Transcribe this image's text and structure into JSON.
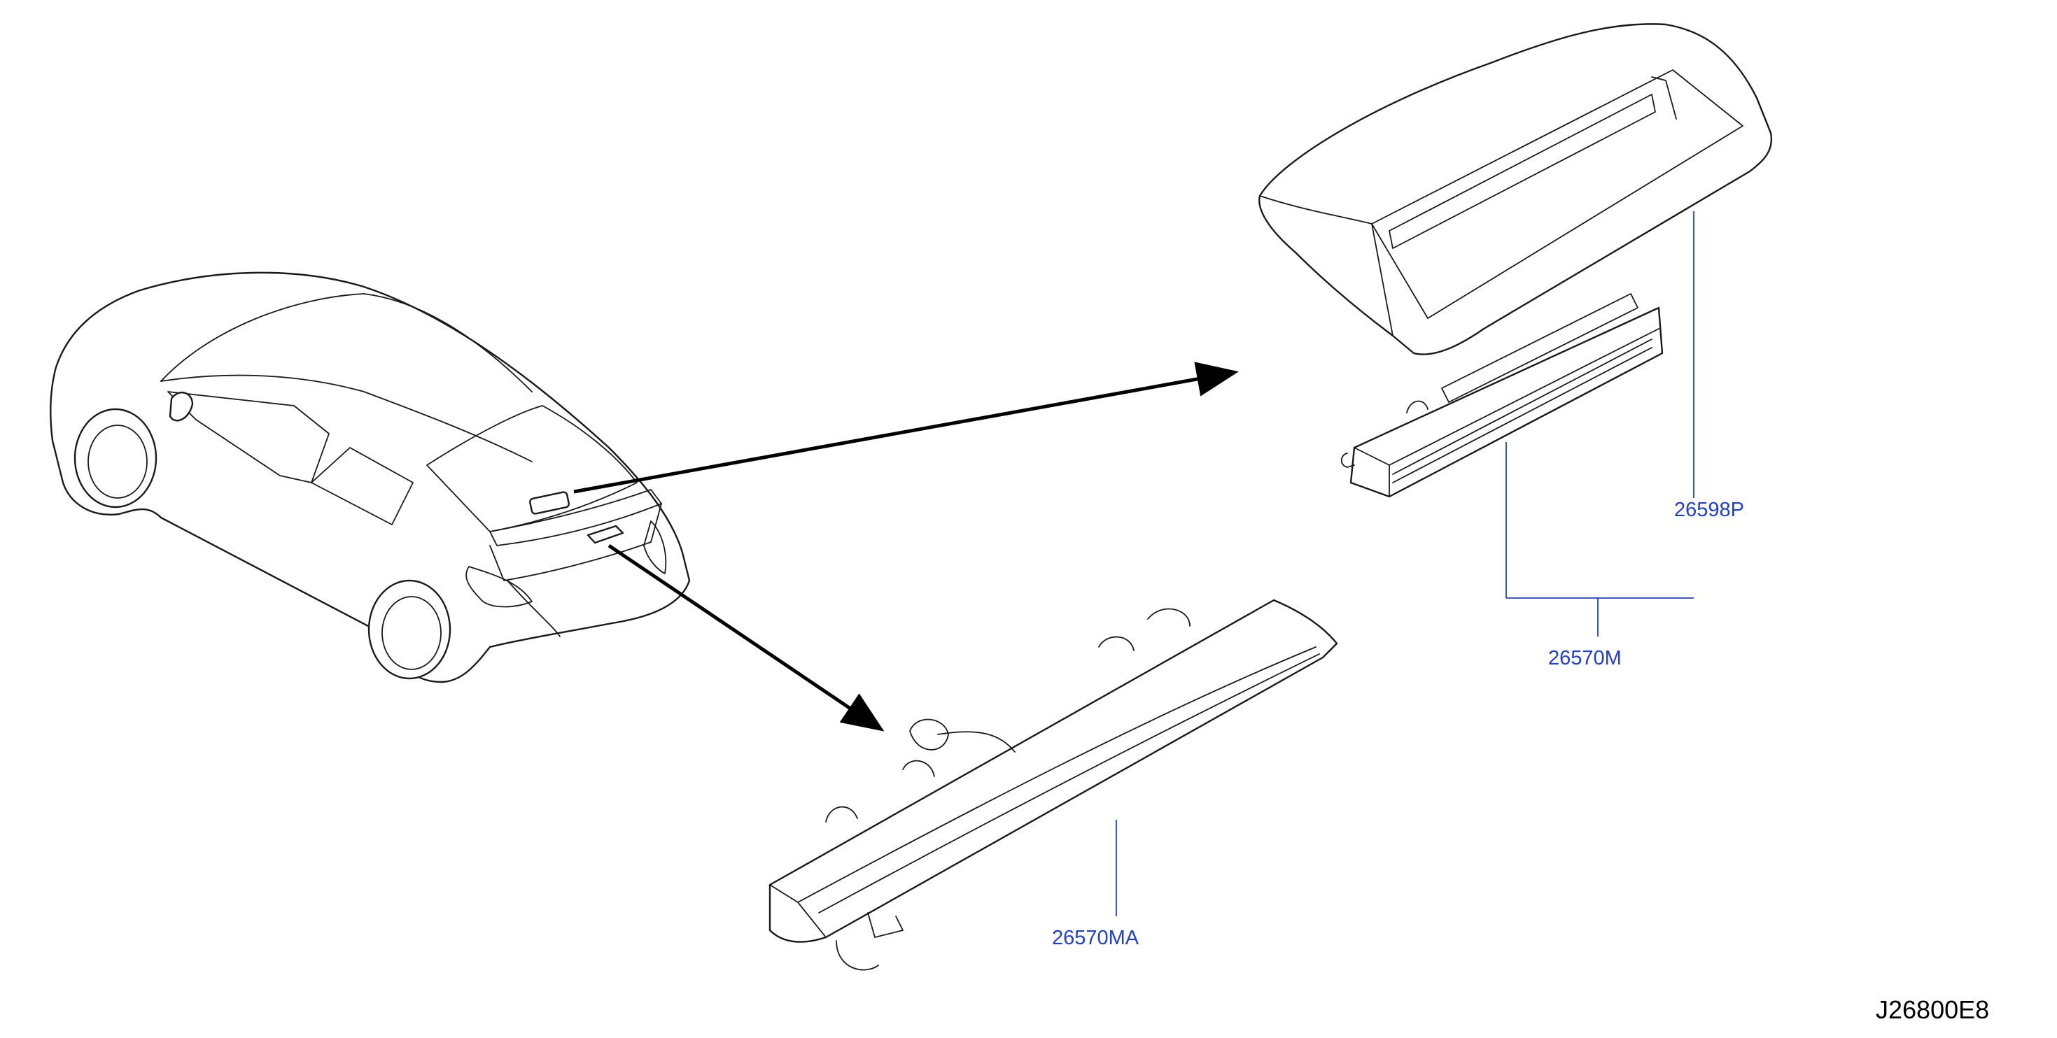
{
  "diagram": {
    "callouts": [
      {
        "id": "bracket",
        "text": "26598P"
      },
      {
        "id": "lamp-assy",
        "text": "26570M"
      },
      {
        "id": "lamp-assy-alt",
        "text": "26570MA"
      }
    ],
    "drawing_code": "J26800E8",
    "callout_color": "#1f3fd1"
  }
}
